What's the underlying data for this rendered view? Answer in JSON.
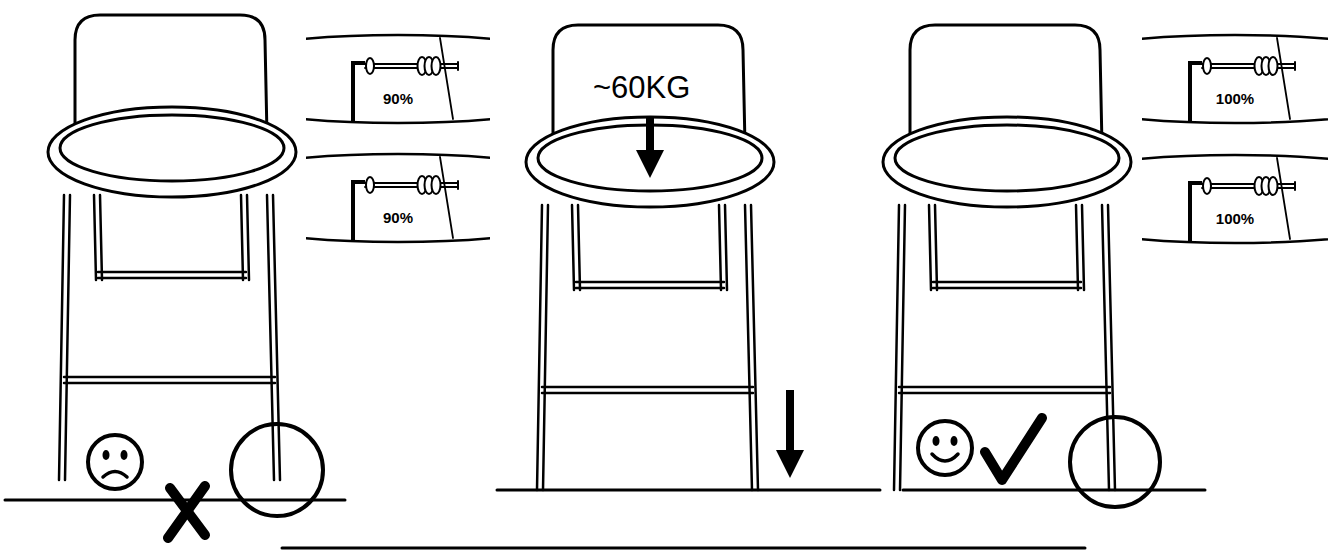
{
  "diagram": {
    "nodes": [
      {
        "text": [
          "90%"
        ]
      },
      {
        "text": [
          "90%"
        ]
      },
      {
        "text": [
          "100%"
        ]
      },
      {
        "text": [
          "100%"
        ]
      }
    ],
    "labels": [
      "~60KG"
    ]
  }
}
